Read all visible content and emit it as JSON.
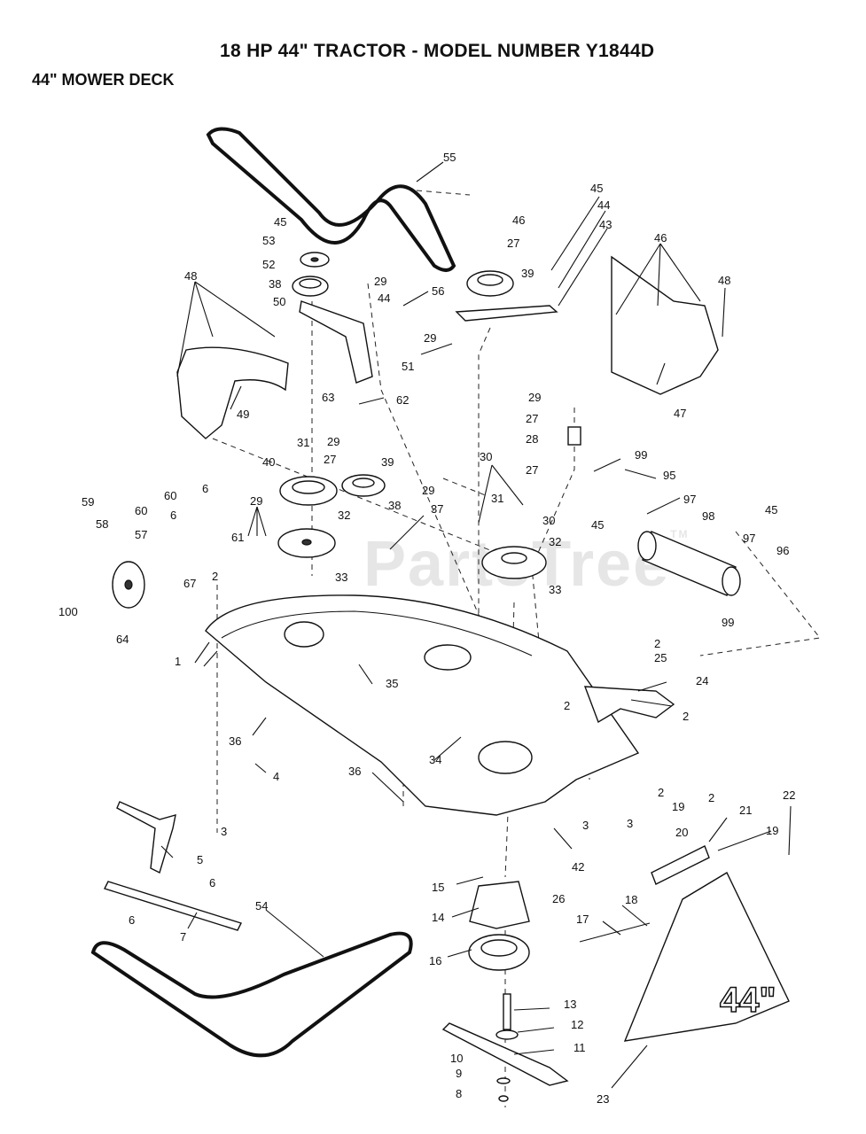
{
  "header": {
    "title": "18 HP 44\" TRACTOR - MODEL NUMBER Y1844D",
    "section": "44\" MOWER DECK"
  },
  "watermark": {
    "text": "PartsTree",
    "mark": "TM"
  },
  "deck_label": "44\"",
  "callouts": [
    {
      "id": "c55",
      "text": "55"
    },
    {
      "id": "c45a",
      "text": "45"
    },
    {
      "id": "c46a",
      "text": "46"
    },
    {
      "id": "c27a",
      "text": "27"
    },
    {
      "id": "c44a",
      "text": "44"
    },
    {
      "id": "c43",
      "text": "43"
    },
    {
      "id": "c45b",
      "text": "45"
    },
    {
      "id": "c53",
      "text": "53"
    },
    {
      "id": "c52",
      "text": "52"
    },
    {
      "id": "c39a",
      "text": "39"
    },
    {
      "id": "c46b",
      "text": "46"
    },
    {
      "id": "c48a",
      "text": "48"
    },
    {
      "id": "c48b",
      "text": "48"
    },
    {
      "id": "c29a",
      "text": "29"
    },
    {
      "id": "c38a",
      "text": "38"
    },
    {
      "id": "c44b",
      "text": "44"
    },
    {
      "id": "c56",
      "text": "56"
    },
    {
      "id": "c50",
      "text": "50"
    },
    {
      "id": "c29b",
      "text": "29"
    },
    {
      "id": "c51",
      "text": "51"
    },
    {
      "id": "c63",
      "text": "63"
    },
    {
      "id": "c62",
      "text": "62"
    },
    {
      "id": "c49",
      "text": "49"
    },
    {
      "id": "c47",
      "text": "47"
    },
    {
      "id": "c29c",
      "text": "29"
    },
    {
      "id": "c27b",
      "text": "27"
    },
    {
      "id": "c28",
      "text": "28"
    },
    {
      "id": "c31a",
      "text": "31"
    },
    {
      "id": "c29d",
      "text": "29"
    },
    {
      "id": "c27c",
      "text": "27"
    },
    {
      "id": "c39b",
      "text": "39"
    },
    {
      "id": "c40",
      "text": "40"
    },
    {
      "id": "c30a",
      "text": "30"
    },
    {
      "id": "c27d",
      "text": "27"
    },
    {
      "id": "c99a",
      "text": "99"
    },
    {
      "id": "c95",
      "text": "95"
    },
    {
      "id": "c6a",
      "text": "6"
    },
    {
      "id": "c29e",
      "text": "29"
    },
    {
      "id": "c60a",
      "text": "60"
    },
    {
      "id": "c38b",
      "text": "38"
    },
    {
      "id": "c37",
      "text": "37"
    },
    {
      "id": "c31b",
      "text": "31"
    },
    {
      "id": "c97a",
      "text": "97"
    },
    {
      "id": "c59",
      "text": "59"
    },
    {
      "id": "c29f",
      "text": "29"
    },
    {
      "id": "c60b",
      "text": "60"
    },
    {
      "id": "c6b",
      "text": "6"
    },
    {
      "id": "c32a",
      "text": "32"
    },
    {
      "id": "c30b",
      "text": "30"
    },
    {
      "id": "c45c",
      "text": "45"
    },
    {
      "id": "c98",
      "text": "98"
    },
    {
      "id": "c45d",
      "text": "45"
    },
    {
      "id": "c58",
      "text": "58"
    },
    {
      "id": "c57",
      "text": "57"
    },
    {
      "id": "c61",
      "text": "61"
    },
    {
      "id": "c32b",
      "text": "32"
    },
    {
      "id": "c97b",
      "text": "97"
    },
    {
      "id": "c96",
      "text": "96"
    },
    {
      "id": "c2a",
      "text": "2"
    },
    {
      "id": "c33a",
      "text": "33"
    },
    {
      "id": "c33b",
      "text": "33"
    },
    {
      "id": "c67",
      "text": "67"
    },
    {
      "id": "c100",
      "text": "100"
    },
    {
      "id": "c64",
      "text": "64"
    },
    {
      "id": "c99b",
      "text": "99"
    },
    {
      "id": "c1",
      "text": "1"
    },
    {
      "id": "c2b",
      "text": "2"
    },
    {
      "id": "c25",
      "text": "25"
    },
    {
      "id": "c35",
      "text": "35"
    },
    {
      "id": "c2c",
      "text": "2"
    },
    {
      "id": "c24",
      "text": "24"
    },
    {
      "id": "c2d",
      "text": "2"
    },
    {
      "id": "c36a",
      "text": "36"
    },
    {
      "id": "c34",
      "text": "34"
    },
    {
      "id": "c4",
      "text": "4"
    },
    {
      "id": "c36b",
      "text": "36"
    },
    {
      "id": "c3a",
      "text": "3"
    },
    {
      "id": "c2e",
      "text": "2"
    },
    {
      "id": "c19a",
      "text": "19"
    },
    {
      "id": "c2f",
      "text": "2"
    },
    {
      "id": "c22",
      "text": "22"
    },
    {
      "id": "c21",
      "text": "21"
    },
    {
      "id": "c20",
      "text": "20"
    },
    {
      "id": "c19b",
      "text": "19"
    },
    {
      "id": "c3b",
      "text": "3"
    },
    {
      "id": "c3c",
      "text": "3"
    },
    {
      "id": "c5",
      "text": "5"
    },
    {
      "id": "c42",
      "text": "42"
    },
    {
      "id": "c15",
      "text": "15"
    },
    {
      "id": "c6c",
      "text": "6"
    },
    {
      "id": "c26",
      "text": "26"
    },
    {
      "id": "c18",
      "text": "18"
    },
    {
      "id": "c54",
      "text": "54"
    },
    {
      "id": "c14",
      "text": "14"
    },
    {
      "id": "c17",
      "text": "17"
    },
    {
      "id": "c6d",
      "text": "6"
    },
    {
      "id": "c7",
      "text": "7"
    },
    {
      "id": "c16",
      "text": "16"
    },
    {
      "id": "c13",
      "text": "13"
    },
    {
      "id": "c12",
      "text": "12"
    },
    {
      "id": "c11",
      "text": "11"
    },
    {
      "id": "c10",
      "text": "10"
    },
    {
      "id": "c9",
      "text": "9"
    },
    {
      "id": "c8",
      "text": "8"
    },
    {
      "id": "c23",
      "text": "23"
    }
  ]
}
